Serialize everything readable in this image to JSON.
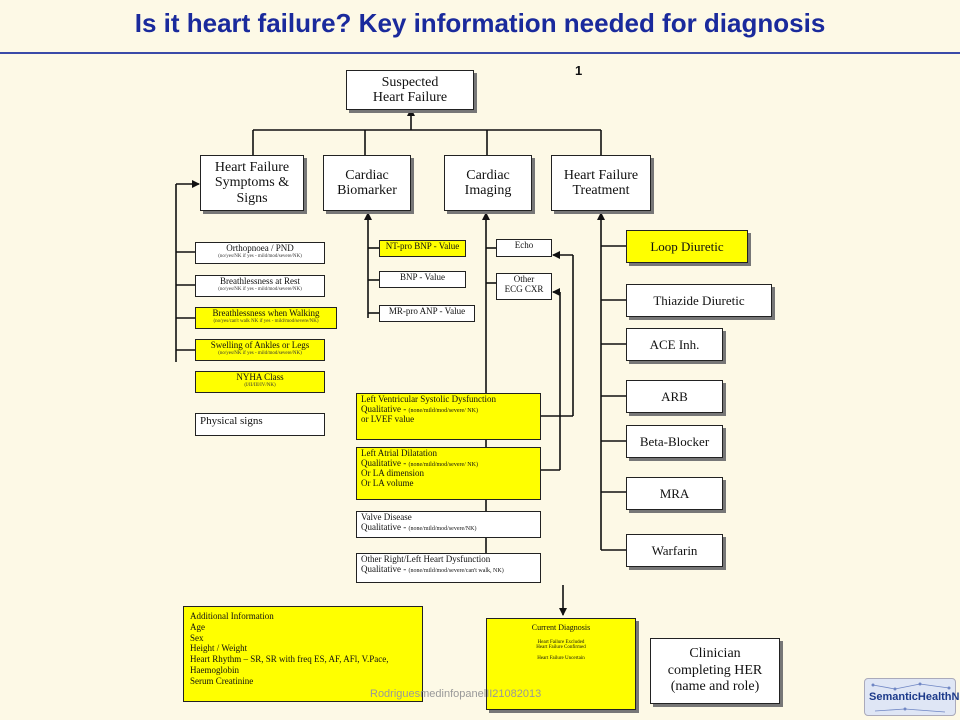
{
  "title": "Is it heart failure?   Key information needed for diagnosis",
  "page_number": "1",
  "footer": "RodriguesmedinfopanelII21082013",
  "logo_text": "SemanticHealthNet",
  "colors": {
    "title": "#1a2a9c",
    "highlight": "#ffff00",
    "background": "#fdf9e6"
  },
  "root": "Suspected Heart Failure",
  "categories": {
    "symptoms": "Heart Failure Symptoms & Signs",
    "biomarker": "Cardiac Biomarker",
    "imaging": "Cardiac Imaging",
    "treatment": "Heart Failure Treatment"
  },
  "symptoms": [
    {
      "label": "Orthopnoea / PND",
      "note": "(no/yes/NK if yes - mild/mod/severe/NK)"
    },
    {
      "label": "Breathlessness at Rest",
      "note": "(no/yes/NK if yes - mild/mod/severe/NK)"
    },
    {
      "label": "Breathlessness when Walking",
      "note": "(no/yes/can't walk NK if yes - mild/mod/severe/NK)"
    },
    {
      "label": "Swelling of Ankles or Legs",
      "note": "(no/yes/NK if yes - mild/mod/severe/NK)"
    },
    {
      "label": "NYHA Class",
      "note": "(I/II/III/IV/NK)"
    }
  ],
  "physical_signs": "Physical signs",
  "biomarkers": [
    "NT-pro BNP - Value",
    "BNP - Value",
    "MR-pro ANP - Value"
  ],
  "imaging": {
    "echo": "Echo",
    "other_line1": "Other",
    "other_line2": "ECG CXR"
  },
  "imaging_findings": [
    {
      "line1": "Left Ventricular Systolic Dysfunction",
      "line2": "Qualitative - ",
      "note": "(none/mild/mod/severe/ NK)",
      "line3": "or LVEF value",
      "line4": ""
    },
    {
      "line1": "Left Atrial Dilatation",
      "line2": "Qualitative - ",
      "note": "(none/mild/mod/severe/ NK)",
      "line3": "Or LA dimension",
      "line4": "Or LA volume"
    },
    {
      "line1": "Valve Disease",
      "line2": "Qualitative - ",
      "note": "(none/mild/mod/severe/NK)",
      "line3": "",
      "line4": ""
    },
    {
      "line1": "Other Right/Left Heart Dysfunction",
      "line2": "Qualitative - ",
      "note": "(none/mild/mod/severe/can't walk, NK)",
      "line3": "",
      "line4": ""
    }
  ],
  "treatments": [
    "Loop Diuretic",
    "Thiazide Diuretic",
    "ACE Inh.",
    "ARB",
    "Beta-Blocker",
    "MRA",
    "Warfarin"
  ],
  "additional": {
    "lines": [
      "Additional Information",
      "Age",
      "Sex",
      "Height / Weight",
      "Heart Rhythm – SR, SR with freq ES, AF, AFl, V.Pace,",
      "Haemoglobin",
      "Serum Creatinine"
    ]
  },
  "current_diagnosis": {
    "title": "Current Diagnosis",
    "items": [
      "Heart Failure Excluded",
      "Heart Failure Confirmed",
      "Heart Failure Uncertain"
    ]
  },
  "clinician": "Clinician completing HER (name and role)"
}
